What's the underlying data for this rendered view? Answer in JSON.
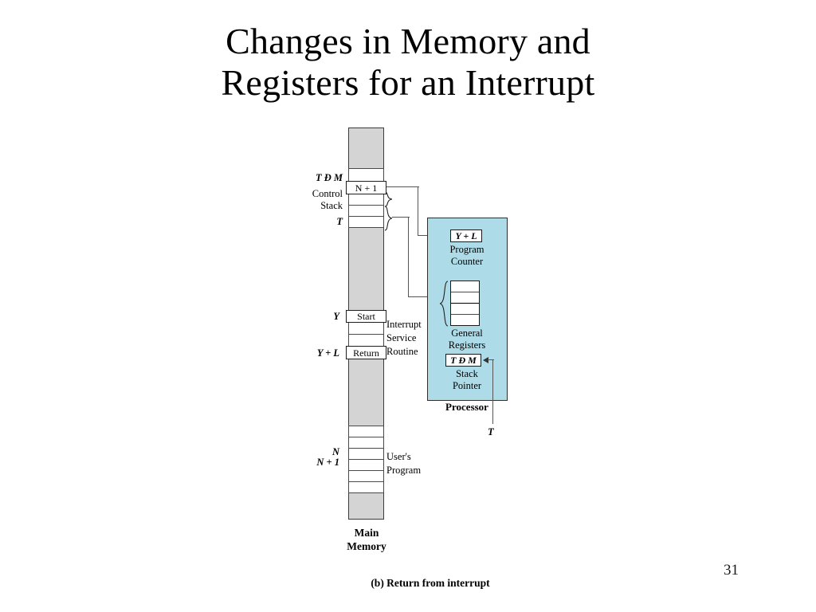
{
  "slide": {
    "title_line1": "Changes in Memory and",
    "title_line2": "Registers for an Interrupt",
    "page_number": "31",
    "figure_caption": "(b)  Return from interrupt"
  },
  "memory": {
    "caption_line1": "Main",
    "caption_line2": "Memory",
    "labels": {
      "control_stack_top": "T Ð M",
      "control_stack_line1": "Control",
      "control_stack_line2": "Stack",
      "control_stack_bottom": "T",
      "isr_start": "Y",
      "isr_return": "Y + L",
      "user_n": "N",
      "user_n_plus_1": "N + 1"
    },
    "cells": {
      "return_address": "N + 1",
      "isr_start": "Start",
      "isr_return": "Return"
    },
    "notes": {
      "isr_line1": "Interrupt",
      "isr_line2": "Service",
      "isr_line3": "Routine",
      "user_line1": "User's",
      "user_line2": "Program"
    }
  },
  "processor": {
    "caption": "Processor",
    "program_counter": {
      "value": "Y + L",
      "caption_line1": "Program",
      "caption_line2": "Counter"
    },
    "general_registers": {
      "caption_line1": "General",
      "caption_line2": "Registers"
    },
    "stack_pointer": {
      "value": "T Ð M",
      "caption_line1": "Stack",
      "caption_line2": "Pointer"
    },
    "external_pointer_label": "T"
  },
  "colors": {
    "processor_fill": "#ADDCE8",
    "memory_fill": "#d4d4d4",
    "cell_fill": "#ffffff",
    "line": "#555555"
  }
}
